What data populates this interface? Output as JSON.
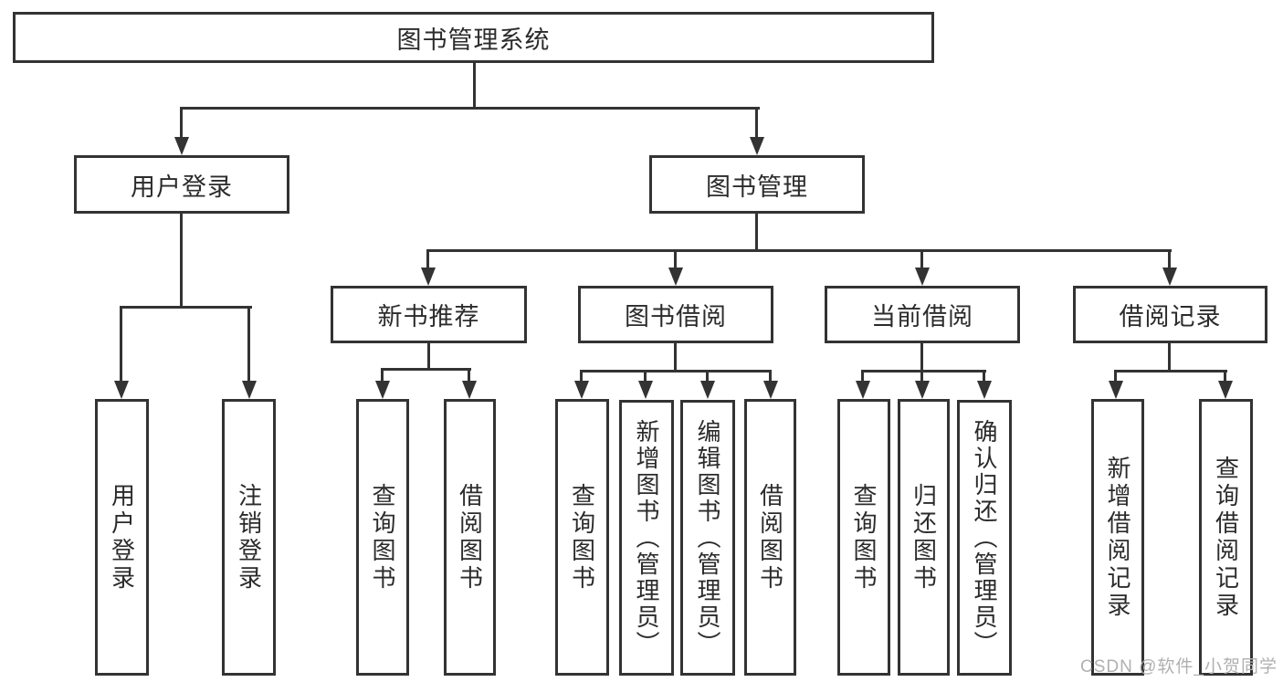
{
  "diagram": {
    "root": {
      "label": "图书管理系统"
    },
    "level2": [
      {
        "label": "用户登录"
      },
      {
        "label": "图书管理"
      }
    ],
    "level3": [
      {
        "label": "新书推荐"
      },
      {
        "label": "图书借阅"
      },
      {
        "label": "当前借阅"
      },
      {
        "label": "借阅记录"
      }
    ],
    "leaves": [
      {
        "label": "用户登录"
      },
      {
        "label": "注销登录"
      },
      {
        "label": "查询图书"
      },
      {
        "label": "借阅图书"
      },
      {
        "label": "查询图书"
      },
      {
        "label": "新增图书（管理员）"
      },
      {
        "label": "编辑图书（管理员）"
      },
      {
        "label": "借阅图书"
      },
      {
        "label": "查询图书"
      },
      {
        "label": "归还图书"
      },
      {
        "label": "确认归还（管理员）"
      },
      {
        "label": "新增借阅记录"
      },
      {
        "label": "查询借阅记录"
      }
    ]
  },
  "watermark": {
    "text": "CSDN @软件_小贺同学"
  },
  "colors": {
    "line": "#333333",
    "text": "#2b2b2b",
    "background": "#ffffff",
    "watermark": "#b0b0b0"
  }
}
